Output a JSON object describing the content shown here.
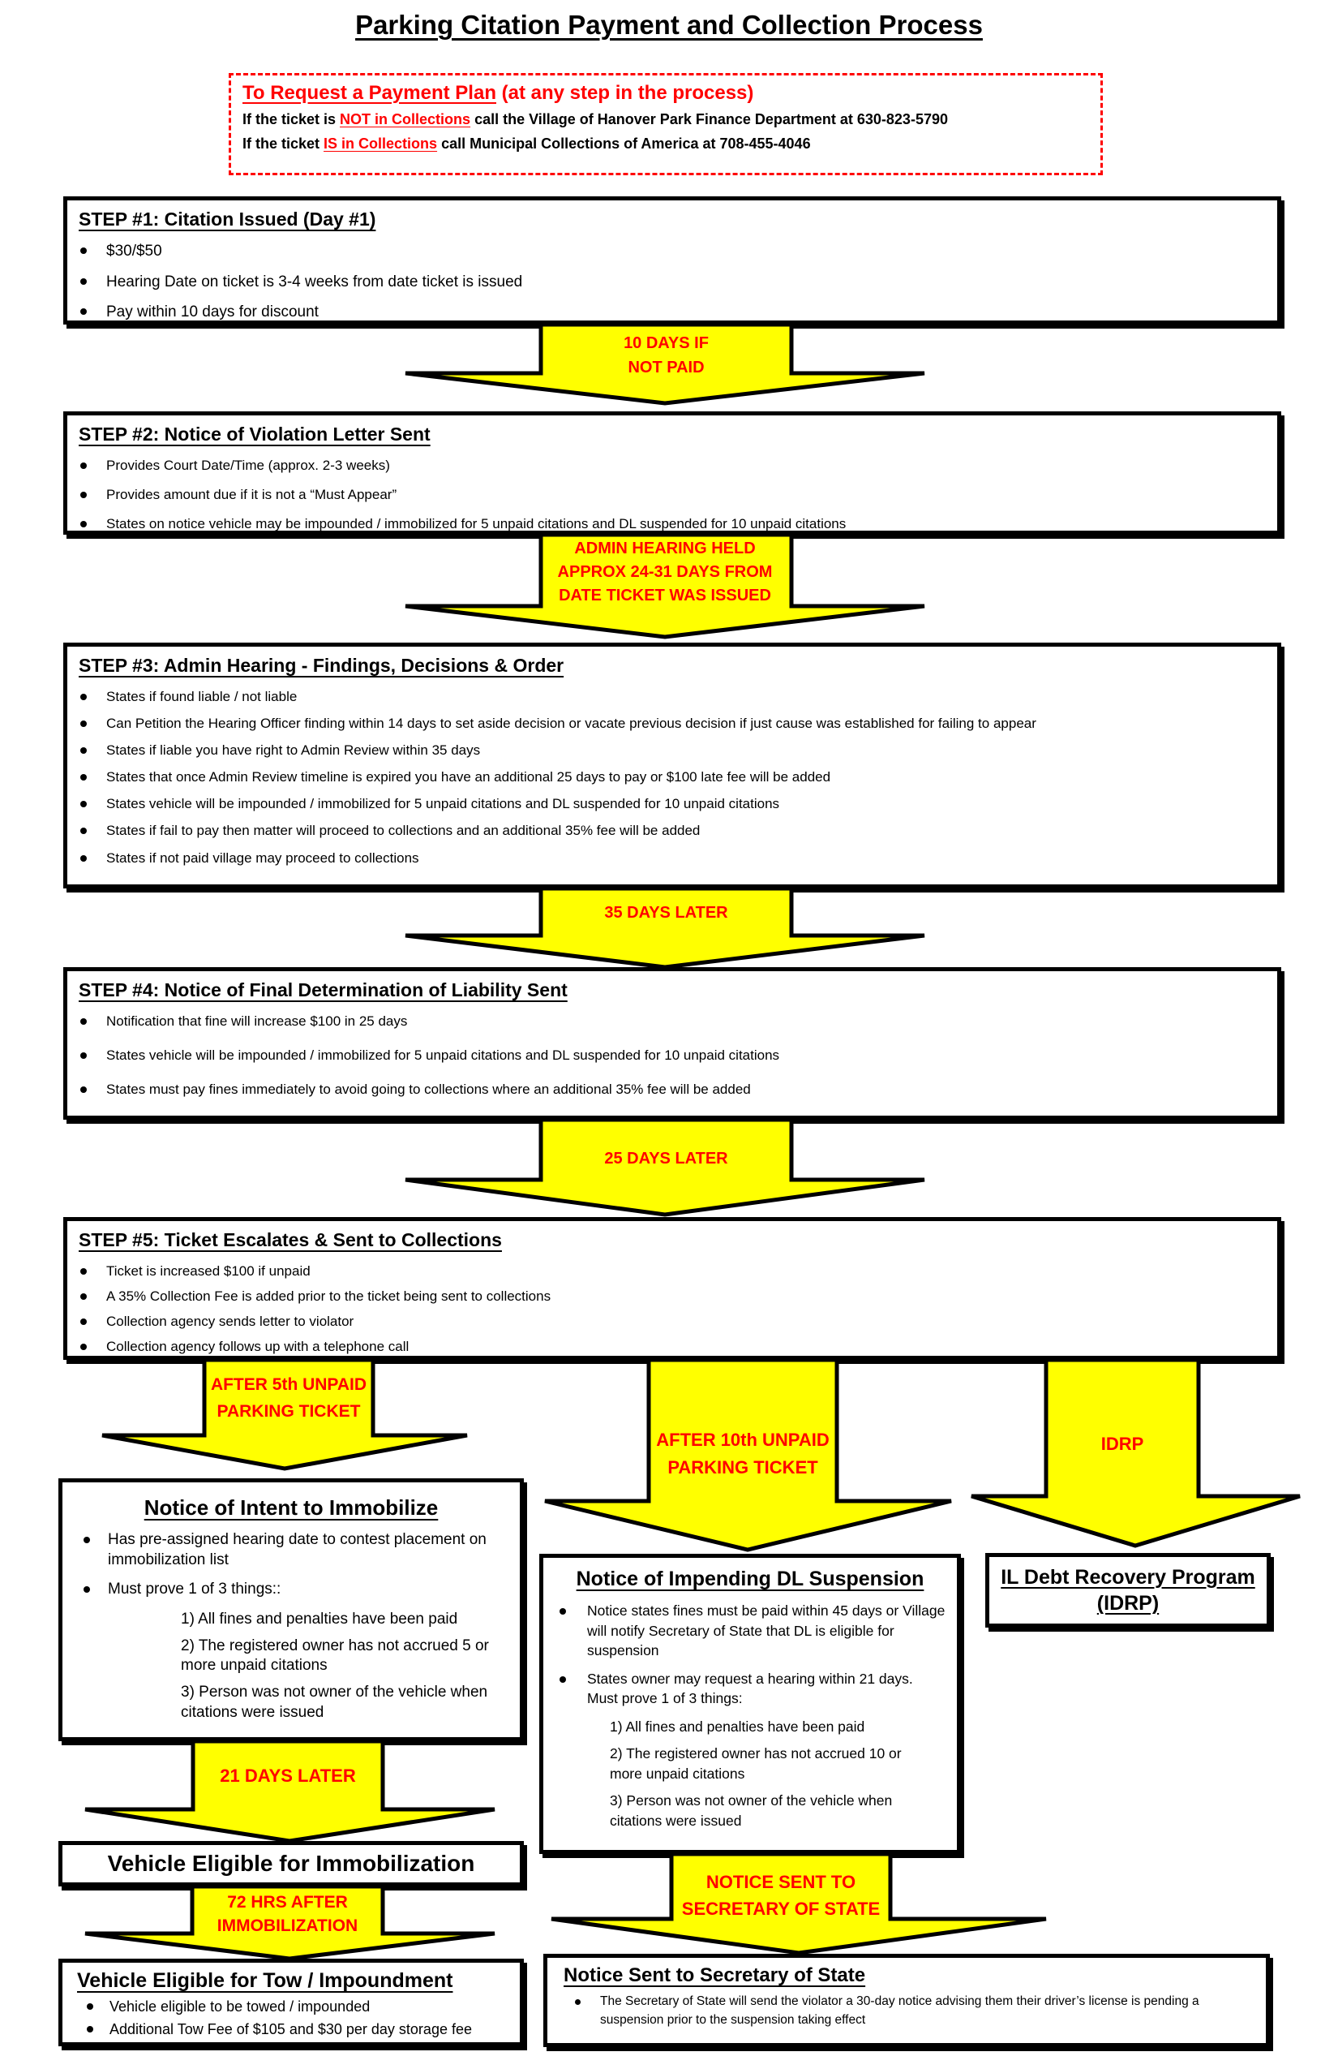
{
  "colors": {
    "accent_red": "#ff0000",
    "arrow_yellow": "#ffff00",
    "border_black": "#000000"
  },
  "title": "Parking Citation Payment and Collection Process",
  "payment_plan": {
    "heading_underlined": "To Request a Payment Plan",
    "heading_rest": " (at any step in the process)",
    "lines": [
      {
        "pre": "If the ticket is ",
        "red": "NOT in Collections",
        "post": " call the Village of Hanover Park Finance Department at 630-823-5790"
      },
      {
        "pre": "If the ticket ",
        "red": "IS in Collections",
        "post": " call Municipal Collections of America at 708-455-4046"
      }
    ]
  },
  "steps": [
    {
      "title": "STEP #1:  Citation Issued (Day #1)",
      "bullets": [
        {
          "t": "b",
          "text": "$30/$50"
        },
        {
          "t": "b",
          "text": "Hearing Date on ticket is 3-4 weeks from date ticket is issued"
        },
        {
          "t": "b",
          "text": "Pay within 10 days for discount"
        }
      ]
    },
    {
      "title": "STEP #2:  Notice of Violation Letter Sent",
      "bullets": [
        {
          "t": "b",
          "text": "Provides Court Date/Time (approx. 2-3 weeks)"
        },
        {
          "t": "b",
          "text": "Provides amount due if it is not a “Must Appear”"
        },
        {
          "t": "b",
          "text": "States on notice vehicle may be impounded / immobilized for 5 unpaid citations and DL suspended for 10 unpaid citations"
        }
      ]
    },
    {
      "title": "STEP #3:  Admin Hearing - Findings, Decisions & Order",
      "bullets": [
        {
          "t": "b",
          "text": "States if found liable / not liable"
        },
        {
          "t": "b",
          "text": "Can Petition the Hearing Officer finding within 14 days to set aside decision or vacate previous decision if just cause was established for failing to appear"
        },
        {
          "t": "b",
          "text": "States if liable you have right to Admin Review within 35 days"
        },
        {
          "t": "b",
          "text": "States that once Admin Review timeline is expired you have an additional 25 days to pay or $100 late fee will be added"
        },
        {
          "t": "b",
          "text": "States vehicle will be impounded / immobilized for 5 unpaid citations and DL suspended for 10 unpaid citations"
        },
        {
          "t": "b",
          "text": "States if fail to pay then matter will proceed to collections and an additional 35% fee will be added"
        },
        {
          "t": "b",
          "text": "States if not paid village may proceed to collections"
        }
      ]
    },
    {
      "title": "STEP #4:  Notice of Final Determination of Liability Sent",
      "bullets": [
        {
          "t": "b",
          "text": "Notification that fine will increase $100 in 25 days"
        },
        {
          "t": "b",
          "text": "States vehicle will be impounded / immobilized for 5 unpaid citations and DL suspended for 10 unpaid citations"
        },
        {
          "t": "b",
          "text": "States must pay fines immediately to avoid going to collections where an additional 35% fee will be added"
        }
      ]
    },
    {
      "title": "STEP #5:  Ticket Escalates & Sent to Collections",
      "bullets": [
        {
          "t": "b",
          "text": "Ticket is increased $100 if unpaid"
        },
        {
          "t": "b",
          "text": "A 35% Collection Fee is added prior to the ticket being sent to collections"
        },
        {
          "t": "b",
          "text": "Collection agency sends letter to violator"
        },
        {
          "t": "b",
          "text": "Collection agency follows up with a telephone call"
        }
      ]
    }
  ],
  "connectors": {
    "a1": [
      "10 DAYS IF",
      "NOT PAID"
    ],
    "a2": [
      "ADMIN HEARING HELD",
      "APPROX 24-31 DAYS FROM",
      "DATE TICKET WAS ISSUED"
    ],
    "a3": [
      "35 DAYS LATER"
    ],
    "a4": [
      "25 DAYS LATER"
    ],
    "branch_left": [
      "AFTER 5th UNPAID",
      "PARKING TICKET"
    ],
    "branch_mid": [
      "AFTER 10th UNPAID",
      "PARKING TICKET"
    ],
    "branch_right": [
      "IDRP"
    ],
    "days21": [
      "21 DAYS LATER"
    ],
    "hrs72": [
      "72 HRS AFTER",
      "IMMOBILIZATION"
    ],
    "notice_sos": [
      "NOTICE SENT TO",
      "SECRETARY OF STATE"
    ]
  },
  "branch_boxes": {
    "immobilize": {
      "title": "Notice of Intent to Immobilize",
      "bullets": [
        {
          "t": "b",
          "text": "Has pre-assigned hearing date to contest placement on immobilization list"
        },
        {
          "t": "b",
          "text": "Must prove 1 of 3 things::"
        },
        {
          "t": "n",
          "text": "1) All fines and penalties have been paid"
        },
        {
          "t": "n",
          "text": "2) The registered owner has not accrued 5  or more unpaid citations"
        },
        {
          "t": "n",
          "text": "3) Person was not owner of the vehicle when citations were issued"
        }
      ]
    },
    "dl_suspension": {
      "title": "Notice of Impending DL Suspension",
      "bullets": [
        {
          "t": "b",
          "text": "Notice states fines must be paid within 45 days or Village will notify Secretary of State that DL is eligible for suspension"
        },
        {
          "t": "b",
          "text": "States owner may request a hearing within 21 days. Must prove 1 of 3 things:"
        },
        {
          "t": "n",
          "text": "1) All fines and penalties have been paid"
        },
        {
          "t": "n",
          "text": "2) The registered owner has not accrued 10 or more unpaid citations"
        },
        {
          "t": "n",
          "text": "3) Person was not owner of the vehicle when citations were issued"
        }
      ]
    },
    "idrp": {
      "title_line1": "IL Debt Recovery Program",
      "title_line2": "(IDRP)"
    },
    "immobilization_eligible": {
      "title": "Vehicle Eligible for Immobilization"
    },
    "tow": {
      "title": "Vehicle Eligible for Tow / Impoundment",
      "bullets": [
        {
          "t": "b",
          "text": "Vehicle eligible to be towed / impounded"
        },
        {
          "t": "b",
          "text": "Additional Tow  Fee of $105 and $30 per day storage fee"
        }
      ]
    },
    "sos": {
      "title": "Notice Sent to Secretary of State",
      "bullets": [
        {
          "t": "b",
          "text": "The Secretary of State will send the violator a 30-day notice advising them their driver’s license is pending a suspension prior to the suspension taking effect"
        }
      ]
    }
  }
}
